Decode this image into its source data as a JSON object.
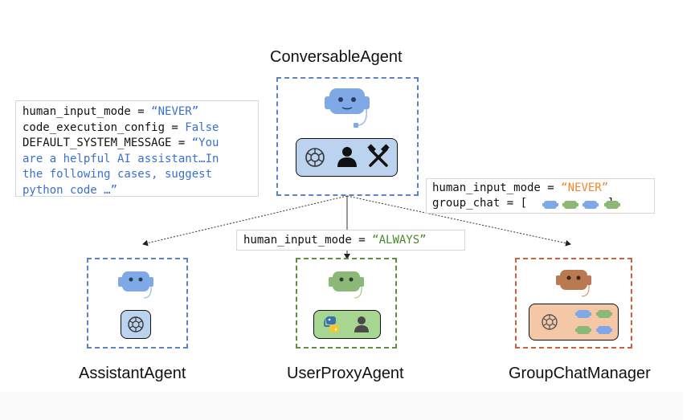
{
  "conversable": {
    "title": "ConversableAgent",
    "config_lines": [
      {
        "key": "human_input_mode = ",
        "value": "“NEVER”"
      },
      {
        "key": "code_execution_config = ",
        "value": "False"
      },
      {
        "key": "DEFAULT_SYSTEM_MESSAGE = ",
        "value": "“You"
      },
      {
        "key": "",
        "value": "are a helpful AI assistant…In"
      },
      {
        "key": "",
        "value": "the following cases, suggest"
      },
      {
        "key": "",
        "value": "python code …”"
      }
    ]
  },
  "groupchat_config": {
    "line1_key": "human_input_mode = ",
    "line1_value": "“NEVER”",
    "line2_key": "group_chat = [",
    "line2_close": "]"
  },
  "userproxy_config": {
    "key": "human_input_mode = ",
    "value": "“ALWAYS”"
  },
  "agents": {
    "assistant": "AssistantAgent",
    "userproxy": "UserProxyAgent",
    "groupchat": "GroupChatManager"
  },
  "colors": {
    "blue_robot": "#7ea8e6",
    "green_robot": "#8bb777",
    "orange_robot": "#b97a52",
    "blue_dash": "#5a84c6",
    "green_dash": "#5e8f3a",
    "orange_dash": "#d0603a",
    "tray_blue": "#bcd3f0",
    "tray_green": "#a6d690",
    "tray_orange": "#f4c7a7"
  },
  "icons": [
    "robot-icon",
    "openai-icon",
    "person-icon",
    "tools-icon",
    "python-icon"
  ]
}
